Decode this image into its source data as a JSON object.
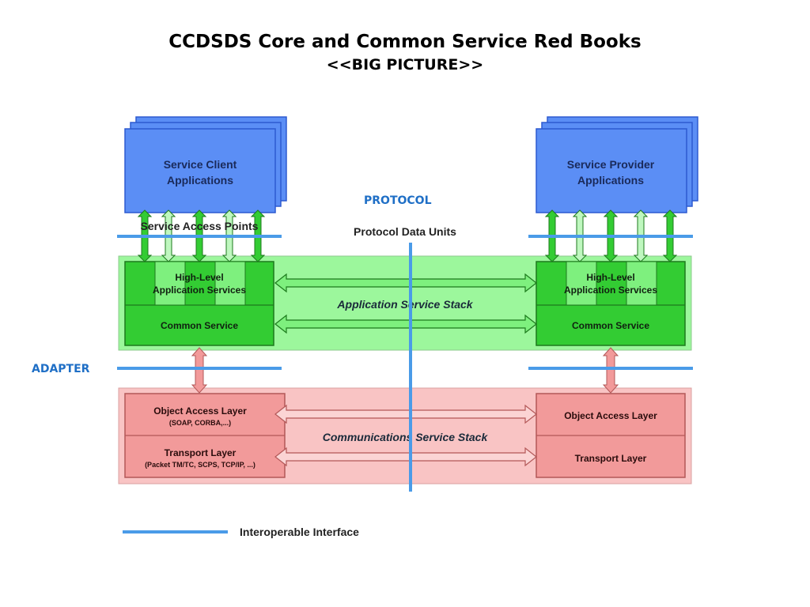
{
  "title": "CCDSDS Core and Common Service Red Books",
  "subtitle": "<<BIG PICTURE>>",
  "labels": {
    "protocol": "PROTOCOL",
    "adapter": "ADAPTER",
    "protocol_data_units": "Protocol Data Units",
    "service_access_points": "Service Access Points"
  },
  "client": {
    "line1": "Service Client",
    "line2": "Applications"
  },
  "provider": {
    "line1": "Service Provider",
    "line2": "Applications"
  },
  "application_stack": {
    "name": "Application Service Stack",
    "high_level_line1": "High-Level",
    "high_level_line2": "Application Services",
    "common_service": "Common Service"
  },
  "communication_stack": {
    "name": "Communications Service Stack",
    "left_object_access": "Object Access Layer",
    "left_object_access_detail": "(SOAP, CORBA,...)",
    "left_transport": "Transport Layer",
    "left_transport_detail": "(Packet TM/TC, SCPS, TCP/IP, ...)",
    "right_object_access": "Object Access Layer",
    "right_transport": "Transport Layer"
  },
  "legend": {
    "interoperable_interface": "Interoperable Interface"
  },
  "colors": {
    "blue_box": "#5b8ef5",
    "green_band": "#9cf79c",
    "green_box": "#33cc33",
    "pink_band": "#f9c4c4",
    "pink_box": "#f29a9a",
    "interface_line": "#4a9be8"
  }
}
